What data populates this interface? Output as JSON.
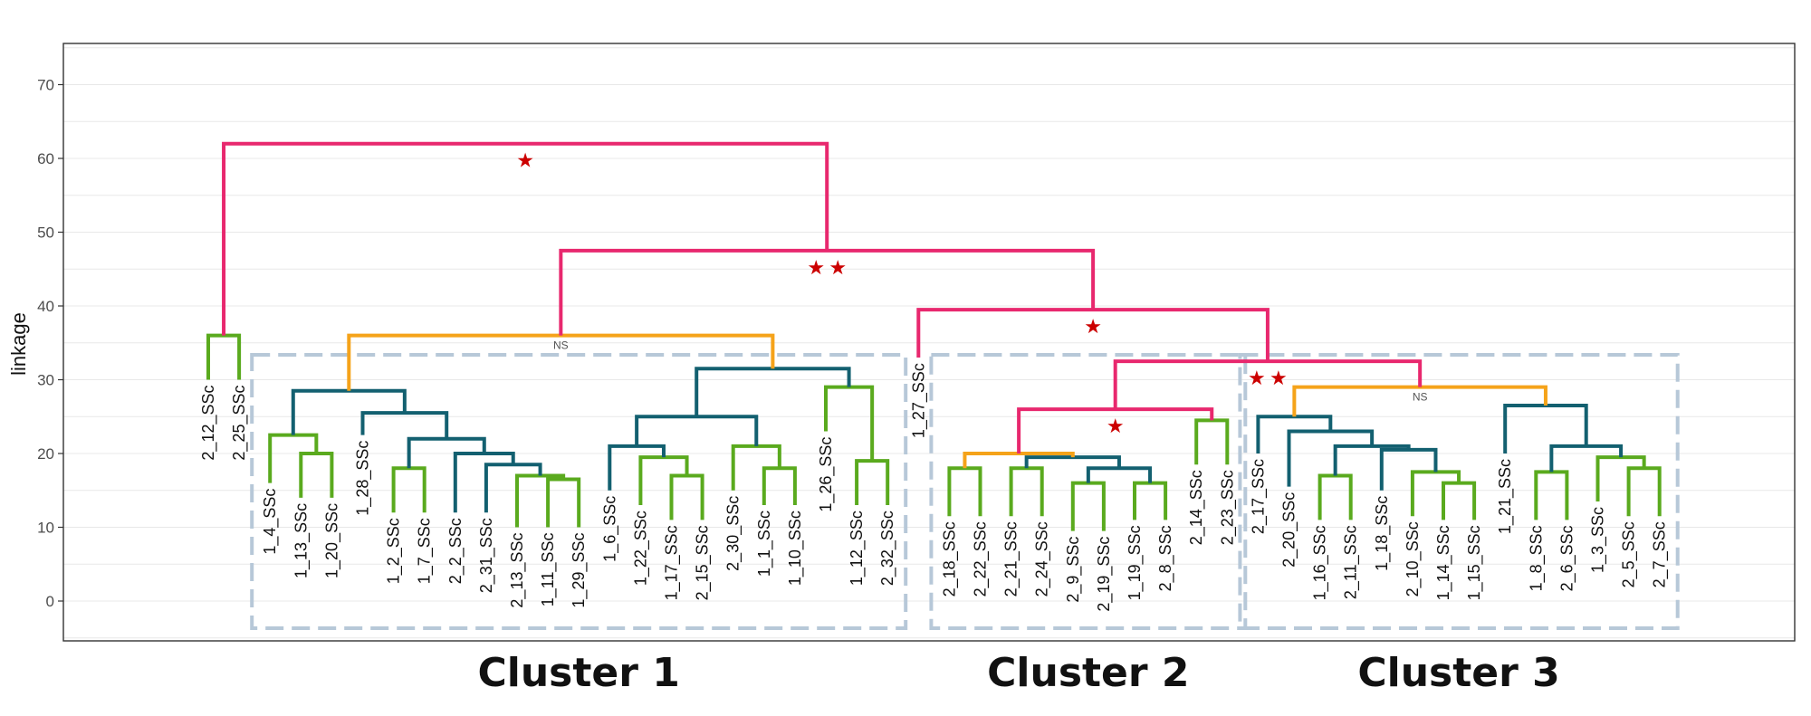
{
  "chart_data": {
    "type": "dendrogram",
    "ylabel": "linkage",
    "ylim": [
      -5,
      75
    ],
    "yticks": [
      0,
      10,
      20,
      30,
      40,
      50,
      60,
      70
    ],
    "grid": true,
    "colors": {
      "pink": "#e8286e",
      "orange": "#f5a31a",
      "teal": "#136070",
      "green": "#5aaa1e",
      "star": "#cc0000",
      "box": "#b7c8d8",
      "grid": "#e8e8e8",
      "frame": "#333333"
    },
    "leaves": [
      {
        "label": "2_12_SSc",
        "tip": 30
      },
      {
        "label": "2_25_SSc",
        "tip": 30
      },
      {
        "label": "1_4_SSc",
        "tip": 16
      },
      {
        "label": "1_13_SSc",
        "tip": 14
      },
      {
        "label": "1_20_SSc",
        "tip": 14
      },
      {
        "label": "1_28_SSc",
        "tip": 22.5
      },
      {
        "label": "1_2_SSc",
        "tip": 12
      },
      {
        "label": "1_7_SSc",
        "tip": 12
      },
      {
        "label": "2_2_SSc",
        "tip": 12
      },
      {
        "label": "2_31_SSc",
        "tip": 12
      },
      {
        "label": "2_13_SSc",
        "tip": 10
      },
      {
        "label": "1_11_SSc",
        "tip": 10
      },
      {
        "label": "1_29_SSc",
        "tip": 10
      },
      {
        "label": "1_6_SSc",
        "tip": 15
      },
      {
        "label": "1_22_SSc",
        "tip": 13
      },
      {
        "label": "1_17_SSc",
        "tip": 11
      },
      {
        "label": "2_15_SSc",
        "tip": 11
      },
      {
        "label": "2_30_SSc",
        "tip": 15
      },
      {
        "label": "1_1_SSc",
        "tip": 13
      },
      {
        "label": "1_10_SSc",
        "tip": 13
      },
      {
        "label": "1_26_SSc",
        "tip": 23
      },
      {
        "label": "1_12_SSc",
        "tip": 13
      },
      {
        "label": "2_32_SSc",
        "tip": 13
      },
      {
        "label": "1_27_SSc",
        "tip": 33
      },
      {
        "label": "2_18_SSc",
        "tip": 11.5
      },
      {
        "label": "2_22_SSc",
        "tip": 11.5
      },
      {
        "label": "2_21_SSc",
        "tip": 11.5
      },
      {
        "label": "2_24_SSc",
        "tip": 11.5
      },
      {
        "label": "2_9_SSc",
        "tip": 9.5
      },
      {
        "label": "2_19_SSc",
        "tip": 9.5
      },
      {
        "label": "1_19_SSc",
        "tip": 11
      },
      {
        "label": "2_8_SSc",
        "tip": 11
      },
      {
        "label": "2_14_SSc",
        "tip": 18.5
      },
      {
        "label": "2_23_SSc",
        "tip": 18.5
      },
      {
        "label": "2_17_SSc",
        "tip": 20
      },
      {
        "label": "2_20_SSc",
        "tip": 15.5
      },
      {
        "label": "1_16_SSc",
        "tip": 11
      },
      {
        "label": "2_11_SSc",
        "tip": 11
      },
      {
        "label": "1_18_SSc",
        "tip": 15
      },
      {
        "label": "2_10_SSc",
        "tip": 11.5
      },
      {
        "label": "1_14_SSc",
        "tip": 11
      },
      {
        "label": "1_15_SSc",
        "tip": 11
      },
      {
        "label": "1_21_SSc",
        "tip": 20
      },
      {
        "label": "1_8_SSc",
        "tip": 11
      },
      {
        "label": "2_6_SSc",
        "tip": 11
      },
      {
        "label": "1_3_SSc",
        "tip": 13.5
      },
      {
        "label": "2_5_SSc",
        "tip": 11.5
      },
      {
        "label": "2_7_SSc",
        "tip": 11.5
      }
    ],
    "merges": [
      {
        "a": 0,
        "b": 1,
        "h": 36,
        "c": "green"
      },
      {
        "a": 3,
        "b": 4,
        "h": 20,
        "c": "green"
      },
      {
        "a": 2,
        "b": "m1",
        "h": 22.5,
        "c": "green"
      },
      {
        "a": 6,
        "b": 7,
        "h": 18,
        "c": "green"
      },
      {
        "a": 11,
        "b": 12,
        "h": 16.5,
        "c": "green"
      },
      {
        "a": 10,
        "b": "m4",
        "h": 17,
        "c": "green"
      },
      {
        "a": 9,
        "b": "m5",
        "h": 18.5,
        "c": "teal"
      },
      {
        "a": 8,
        "b": "m6",
        "h": 20,
        "c": "teal"
      },
      {
        "a": "m3",
        "b": "m7",
        "h": 22,
        "c": "teal"
      },
      {
        "a": 5,
        "b": "m8",
        "h": 25.5,
        "c": "teal"
      },
      {
        "a": "m2",
        "b": "m9",
        "h": 28.5,
        "c": "teal"
      },
      {
        "a": 15,
        "b": 16,
        "h": 17,
        "c": "green"
      },
      {
        "a": 14,
        "b": "m11",
        "h": 19.5,
        "c": "green"
      },
      {
        "a": 13,
        "b": "m12",
        "h": 21,
        "c": "teal"
      },
      {
        "a": 18,
        "b": 19,
        "h": 18,
        "c": "green"
      },
      {
        "a": 17,
        "b": "m14",
        "h": 21,
        "c": "green"
      },
      {
        "a": "m13",
        "b": "m15",
        "h": 25,
        "c": "teal"
      },
      {
        "a": 21,
        "b": 22,
        "h": 19,
        "c": "green"
      },
      {
        "a": 20,
        "b": "m17",
        "h": 29,
        "c": "green"
      },
      {
        "a": "m16",
        "b": "m18",
        "h": 31.5,
        "c": "teal"
      },
      {
        "a": "m10",
        "b": "m19",
        "h": 36,
        "c": "orange",
        "label": "NS"
      },
      {
        "a": 24,
        "b": 25,
        "h": 18,
        "c": "green"
      },
      {
        "a": 26,
        "b": 27,
        "h": 18,
        "c": "green"
      },
      {
        "a": 28,
        "b": 29,
        "h": 16,
        "c": "green"
      },
      {
        "a": 30,
        "b": 31,
        "h": 16,
        "c": "green"
      },
      {
        "a": "m23",
        "b": "m24",
        "h": 18,
        "c": "teal"
      },
      {
        "a": "m22",
        "b": "m25",
        "h": 19.5,
        "c": "teal"
      },
      {
        "a": "m21",
        "b": "m26",
        "h": 20,
        "c": "orange"
      },
      {
        "a": 32,
        "b": 33,
        "h": 24.5,
        "c": "green"
      },
      {
        "a": "m27",
        "b": "m28",
        "h": 26,
        "c": "pink",
        "stars": 1
      },
      {
        "a": 36,
        "b": 37,
        "h": 17,
        "c": "green"
      },
      {
        "a": 40,
        "b": 41,
        "h": 16,
        "c": "green"
      },
      {
        "a": 39,
        "b": "m31",
        "h": 17.5,
        "c": "green"
      },
      {
        "a": 38,
        "b": "m32",
        "h": 20.5,
        "c": "teal"
      },
      {
        "a": "m30",
        "b": "m33",
        "h": 21,
        "c": "teal"
      },
      {
        "a": 35,
        "b": "m34",
        "h": 23,
        "c": "teal"
      },
      {
        "a": 34,
        "b": "m35",
        "h": 25,
        "c": "teal"
      },
      {
        "a": 43,
        "b": 44,
        "h": 17.5,
        "c": "green"
      },
      {
        "a": 46,
        "b": 47,
        "h": 18,
        "c": "green"
      },
      {
        "a": 45,
        "b": "m38",
        "h": 19.5,
        "c": "green"
      },
      {
        "a": "m37",
        "b": "m39",
        "h": 21,
        "c": "teal"
      },
      {
        "a": 42,
        "b": "m40",
        "h": 26.5,
        "c": "teal"
      },
      {
        "a": "m36",
        "b": "m41",
        "h": 29,
        "c": "orange",
        "label": "NS"
      },
      {
        "a": "m29",
        "b": "m42",
        "h": 32.5,
        "c": "pink",
        "stars": 2
      },
      {
        "a": 23,
        "b": "m43",
        "h": 39.5,
        "c": "pink",
        "stars": 1
      },
      {
        "a": "m20",
        "b": "m44",
        "h": 47.5,
        "c": "pink",
        "stars": 2
      },
      {
        "a": "m0",
        "b": "m45",
        "h": 62,
        "c": "pink",
        "stars": 1
      }
    ],
    "clusters": [
      {
        "label": "Cluster 1",
        "from": 2,
        "to": 22
      },
      {
        "label": "Cluster 2",
        "from": 24,
        "to": 33
      },
      {
        "label": "Cluster 3",
        "from": 34,
        "to": 47
      }
    ]
  }
}
